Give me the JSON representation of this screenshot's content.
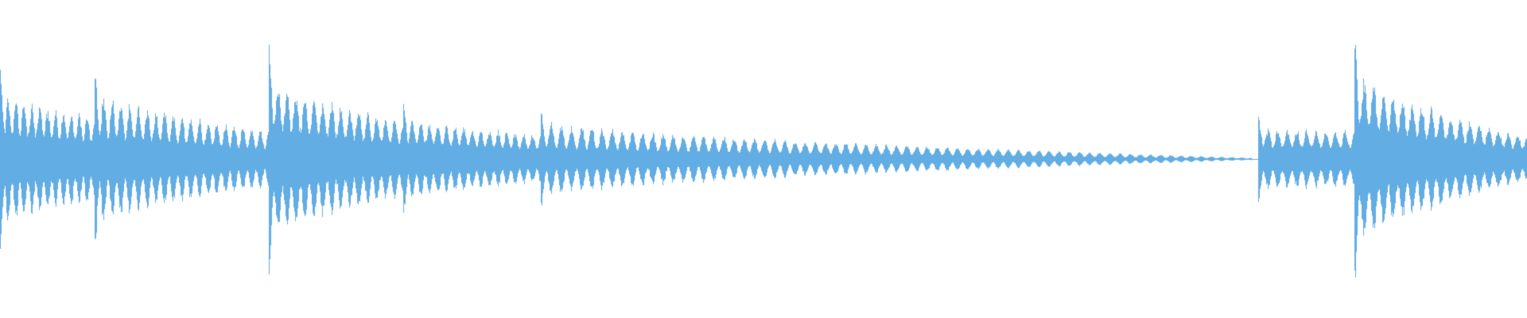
{
  "waveform": {
    "color": "#62ade3",
    "background": "#ffffff",
    "segments": [
      {
        "start": 0.0,
        "end": 0.062,
        "peak": 0.52,
        "decay": 0.35,
        "ripple": 12,
        "ripple_depth": 0.55
      },
      {
        "start": 0.062,
        "end": 0.176,
        "peak": 0.55,
        "decay": 0.6,
        "ripple": 20,
        "ripple_depth": 0.6
      },
      {
        "start": 0.176,
        "end": 0.264,
        "peak": 0.65,
        "decay": 0.55,
        "ripple": 15,
        "ripple_depth": 0.55
      },
      {
        "start": 0.264,
        "end": 0.354,
        "peak": 0.34,
        "decay": 0.45,
        "ripple": 16,
        "ripple_depth": 0.55
      },
      {
        "start": 0.354,
        "end": 0.82,
        "peak": 0.3,
        "decay": 0.97,
        "ripple": 70,
        "ripple_depth": 0.65
      },
      {
        "start": 0.824,
        "end": 0.887,
        "peak": 0.24,
        "decay": 0.1,
        "ripple": 10,
        "ripple_depth": 0.55
      },
      {
        "start": 0.887,
        "end": 1.0,
        "peak": 0.72,
        "decay": 0.75,
        "ripple": 18,
        "ripple_depth": 0.55
      }
    ]
  }
}
